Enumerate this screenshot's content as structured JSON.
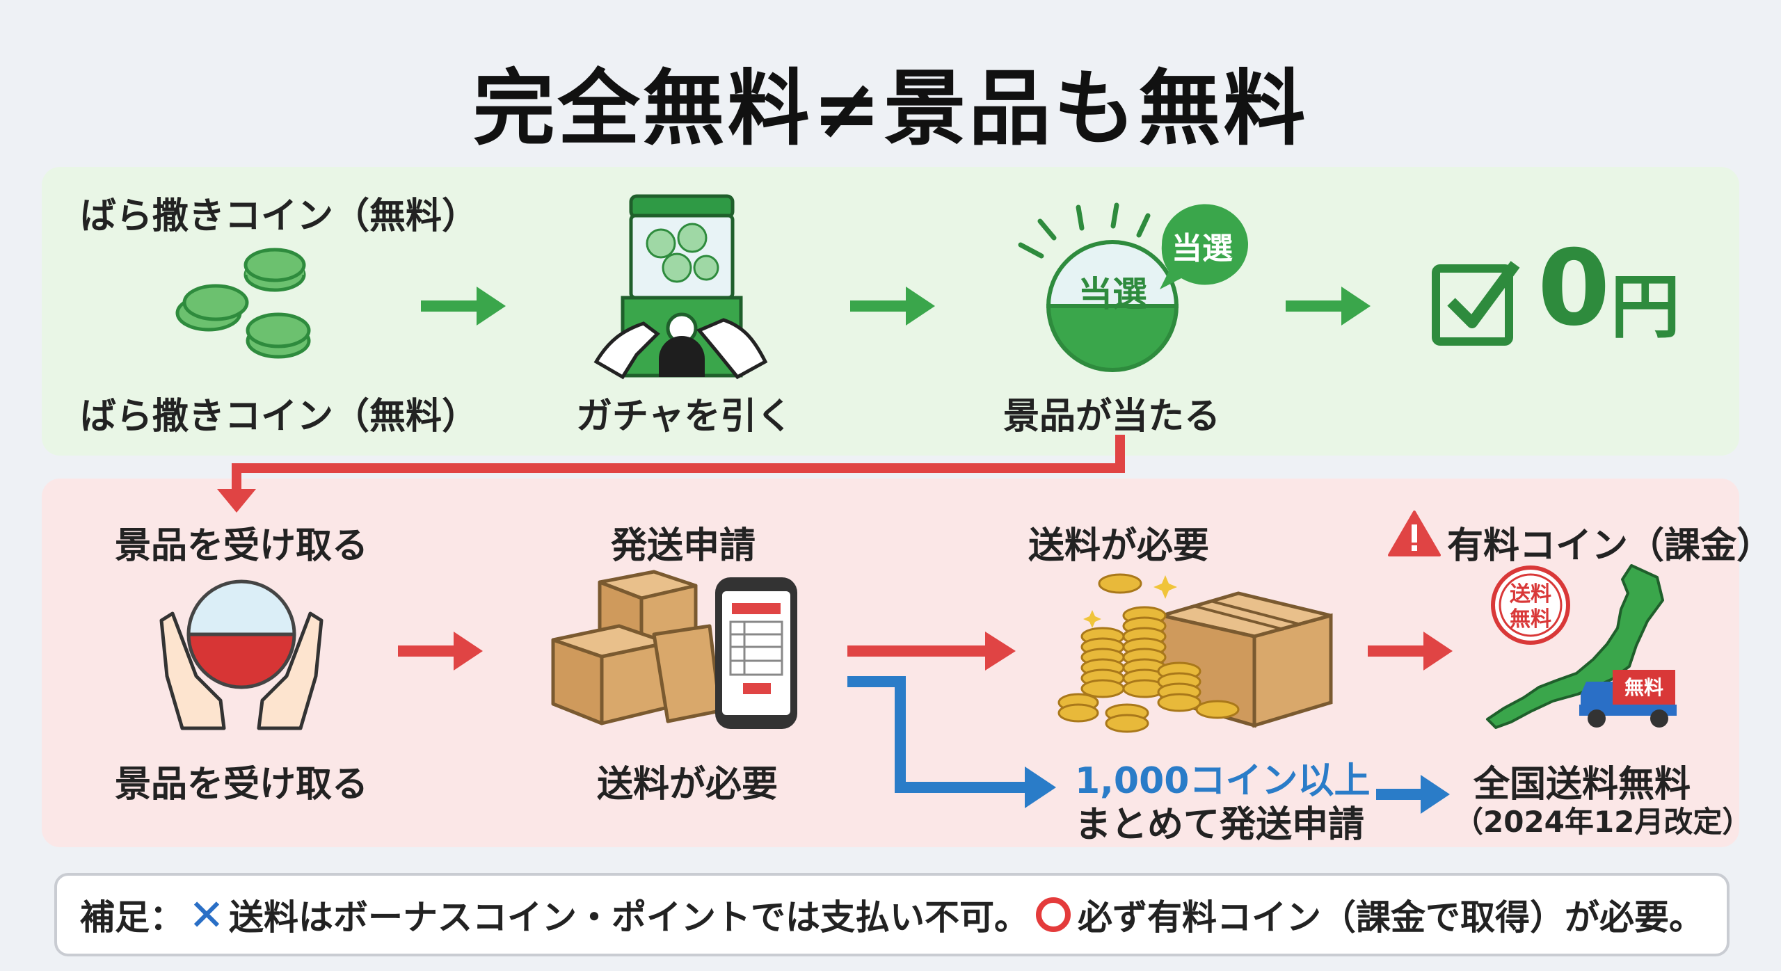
{
  "title": "完全無料≠景品も無料",
  "top_row": {
    "coin_header": "ばら撒きコイン（無料）",
    "coin_label": "ばら撒きコイン（無料）",
    "gacha_label": "ガチャを引く",
    "win_label": "景品が当たる",
    "capsule_text": "当選",
    "bubble_text": "当選",
    "cost_value": "0",
    "cost_unit": "円"
  },
  "bottom_row": {
    "receive_header": "景品を受け取る",
    "receive_label": "景品を受け取る",
    "apply_header": "発送申請",
    "apply_label": "送料が必要",
    "shipping_header": "送料が必要",
    "bulk_line1": "1,000コイン以上",
    "bulk_line2": "まとめて発送申請",
    "paid_header": "有料コイン（課金）",
    "stamp_line1": "送料",
    "stamp_line2": "無料",
    "truck_text": "無料",
    "free_line1": "全国送料無料",
    "free_line2": "（2024年12月改定）"
  },
  "note": {
    "prefix": "補足：",
    "cross_mark": "✕",
    "text1": "送料はボーナスコイン・ポイントでは支払い不可。",
    "text2": "必ず有料コイン（課金で取得）が必要。"
  },
  "colors": {
    "green": "#3aa64b",
    "dark_green": "#2e8b3d",
    "red": "#e04444",
    "blue": "#2a7cc8",
    "top_panel": "#e9f6e6",
    "bottom_panel": "#fbe7e7",
    "coin_gold": "#e8b93a"
  }
}
